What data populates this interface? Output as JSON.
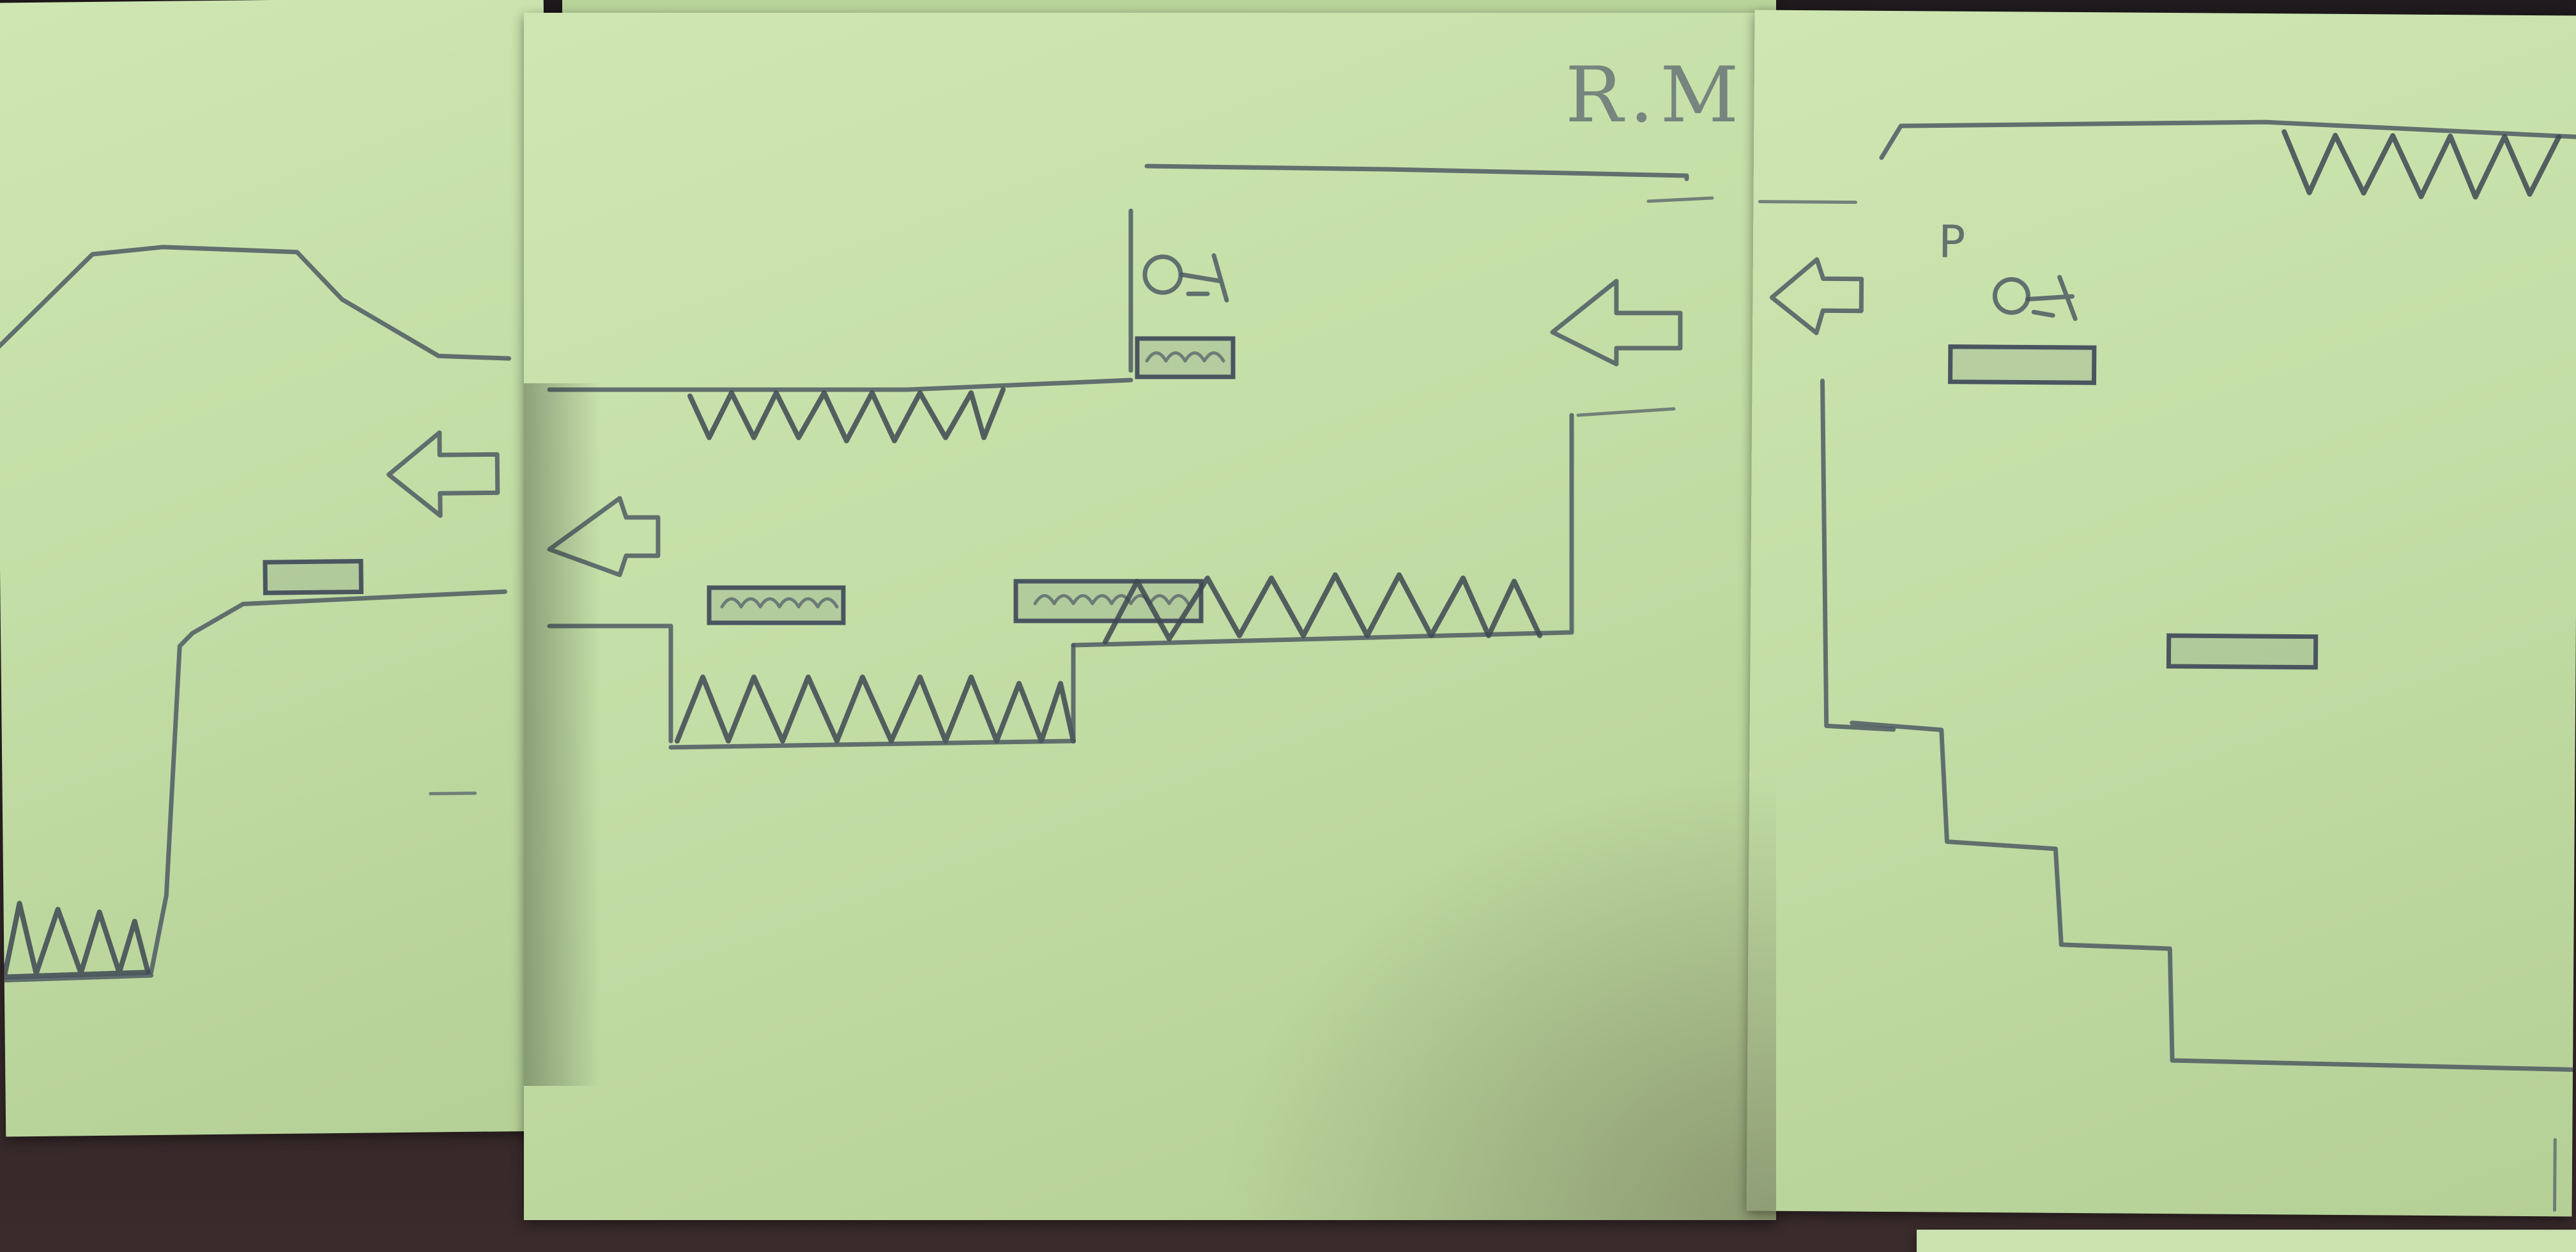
{
  "sketch": {
    "initials": "R.M",
    "player_marker": "P"
  },
  "colors": {
    "sticky_note": "#c7e0a9",
    "pencil": "#4a5560",
    "background": "#2a2226"
  },
  "notes": [
    {
      "name": "left-level-note",
      "elements": [
        "ramp-ceiling",
        "arrow-left",
        "platform",
        "spike-pit",
        "wall"
      ]
    },
    {
      "name": "middle-level-note",
      "elements": [
        "ceiling-spikes",
        "enemy",
        "spring",
        "arrow-left-entry",
        "arrow-left-exit",
        "spring-platforms",
        "floor-spikes",
        "raised-spikes"
      ]
    },
    {
      "name": "right-level-note",
      "elements": [
        "ceiling-spikes",
        "arrow-left",
        "player",
        "start-platform",
        "floating-platform",
        "staircase"
      ]
    }
  ]
}
